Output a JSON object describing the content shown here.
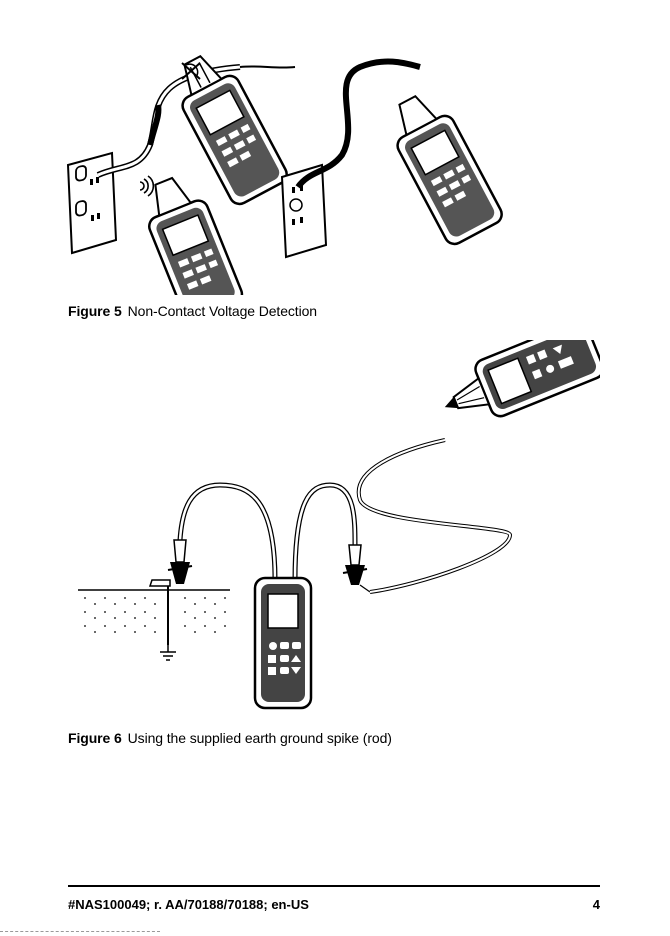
{
  "figure5": {
    "number": "Figure 5",
    "caption": "Non-Contact Voltage Detection"
  },
  "figure6": {
    "number": "Figure 6",
    "caption": "Using the supplied earth ground spike (rod)"
  },
  "footer": {
    "doc_id": "#NAS100049; r. AA/70188/70188; en-US",
    "page_number": "4"
  }
}
